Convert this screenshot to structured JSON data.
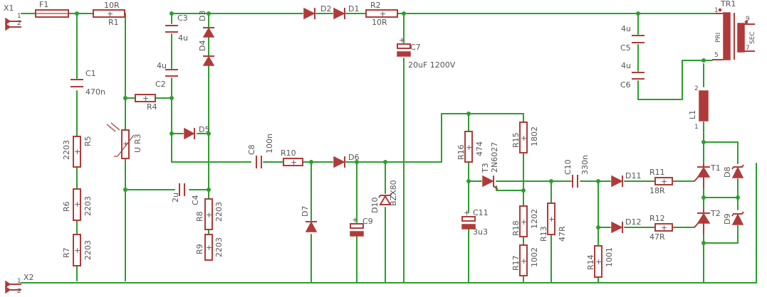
{
  "parts": {
    "X1": {
      "ref": "X1",
      "pins": [
        "1",
        "2"
      ]
    },
    "X2": {
      "ref": "X2",
      "pins": [
        "1",
        "2"
      ]
    },
    "F1": {
      "ref": "F1"
    },
    "R1": {
      "ref": "R1",
      "value": "10R"
    },
    "C1": {
      "ref": "C1",
      "value": "470n"
    },
    "R5": {
      "ref": "R5",
      "value": "2203"
    },
    "R6": {
      "ref": "R6",
      "value": "2203"
    },
    "R7": {
      "ref": "R7",
      "value": "2203"
    },
    "R3": {
      "ref": "R3",
      "value": "U"
    },
    "R4": {
      "ref": "R4"
    },
    "C3": {
      "ref": "C3",
      "value": "4u"
    },
    "C2": {
      "ref": "C2",
      "value": "4u"
    },
    "C4": {
      "ref": "C4",
      "value": "2u"
    },
    "D3": {
      "ref": "D3"
    },
    "D4": {
      "ref": "D4"
    },
    "D5": {
      "ref": "D5"
    },
    "R8": {
      "ref": "R8",
      "value": "2203"
    },
    "R9": {
      "ref": "R9",
      "value": "2203"
    },
    "D2": {
      "ref": "D2"
    },
    "D1": {
      "ref": "D1"
    },
    "R2": {
      "ref": "R2",
      "value": "10R"
    },
    "C7": {
      "ref": "C7",
      "value": "20uF 1200V"
    },
    "C8": {
      "ref": "C8",
      "value": "100n"
    },
    "R10": {
      "ref": "R10"
    },
    "D6": {
      "ref": "D6"
    },
    "D7": {
      "ref": "D7"
    },
    "C9": {
      "ref": "C9"
    },
    "D10": {
      "ref": "D10",
      "value": "BZX80"
    },
    "R16": {
      "ref": "R16",
      "value": "474"
    },
    "R15": {
      "ref": "R15",
      "value": "1802"
    },
    "T3": {
      "ref": "T3",
      "value": "2N6027"
    },
    "C11": {
      "ref": "C11",
      "value": "3u3"
    },
    "R18": {
      "ref": "R18",
      "value": "1202"
    },
    "R17": {
      "ref": "R17",
      "value": "1002"
    },
    "R13": {
      "ref": "R13",
      "value": "47R"
    },
    "C10": {
      "ref": "C10",
      "value": "330n"
    },
    "R14": {
      "ref": "R14",
      "value": "1001"
    },
    "D11": {
      "ref": "D11"
    },
    "R11": {
      "ref": "R11",
      "value": "18R"
    },
    "D12": {
      "ref": "D12"
    },
    "R12": {
      "ref": "R12",
      "value": "47R"
    },
    "T1": {
      "ref": "T1"
    },
    "T2": {
      "ref": "T2"
    },
    "D8": {
      "ref": "D8"
    },
    "D9": {
      "ref": "D9"
    },
    "C5": {
      "ref": "C5",
      "value": "4u"
    },
    "C6": {
      "ref": "C6",
      "value": "4u"
    },
    "L1": {
      "ref": "L1",
      "pins": [
        "2",
        "1"
      ]
    },
    "TR1": {
      "ref": "TR1",
      "pri": "PRI",
      "sec": "SEC",
      "pins": [
        "1",
        "9",
        "5",
        "7"
      ]
    }
  },
  "marks": {
    "plus": "+"
  }
}
